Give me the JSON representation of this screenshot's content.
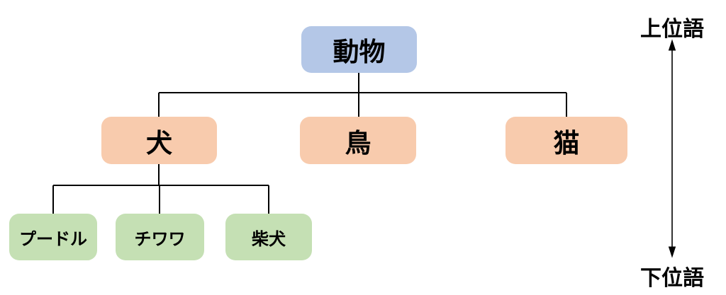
{
  "diagram": {
    "type": "tree",
    "root": {
      "label": "動物"
    },
    "children": [
      {
        "label": "犬",
        "children": [
          {
            "label": "プードル"
          },
          {
            "label": "チワワ"
          },
          {
            "label": "柴犬"
          }
        ]
      },
      {
        "label": "鳥",
        "children": []
      },
      {
        "label": "猫",
        "children": []
      }
    ],
    "axis": {
      "top": "上位語",
      "bottom": "下位語"
    },
    "colors": {
      "root_fill": "#b4c7e7",
      "middle_fill": "#f8cbad",
      "leaf_fill": "#c5e0b4",
      "line": "#000000",
      "text": "#000000",
      "background": "#ffffff"
    }
  }
}
